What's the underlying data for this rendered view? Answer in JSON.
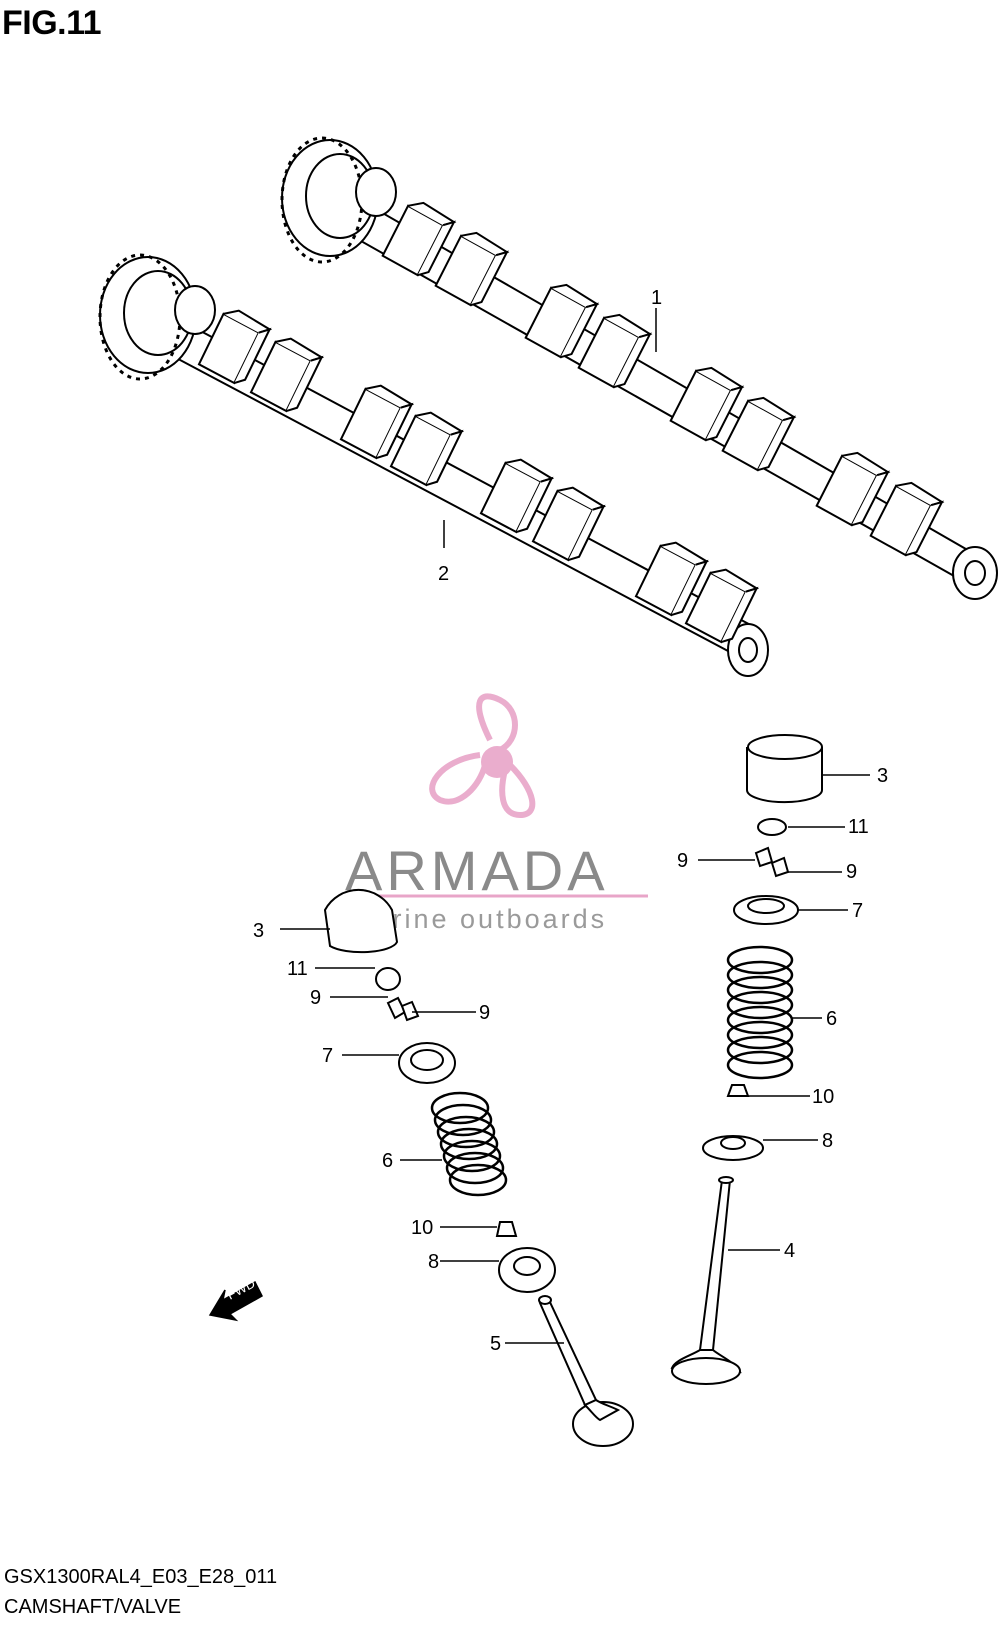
{
  "figure": {
    "title": "FIG.11"
  },
  "footer": {
    "code": "GSX1300RAL4_E03_E28_011",
    "name": "CAMSHAFT/VALVE"
  },
  "watermark": {
    "brand": "ARMADA",
    "tagline": "marine outboards",
    "brand_color": "#e8a5c8",
    "text_color": "#8a8a8a"
  },
  "direction_marker": {
    "label": "FWD"
  },
  "callouts": {
    "cam1": "1",
    "cam2": "2",
    "r_tappet": "3",
    "r_shim": "11",
    "r_cotter_a": "9",
    "r_cotter_b": "9",
    "r_retainer": "7",
    "r_spring": "6",
    "r_seal": "10",
    "r_seat": "8",
    "r_valve": "4",
    "l_tappet": "3",
    "l_shim": "11",
    "l_cotter_a": "9",
    "l_cotter_b": "9",
    "l_retainer": "7",
    "l_spring": "6",
    "l_seal": "10",
    "l_seat": "8",
    "l_valve": "5"
  }
}
